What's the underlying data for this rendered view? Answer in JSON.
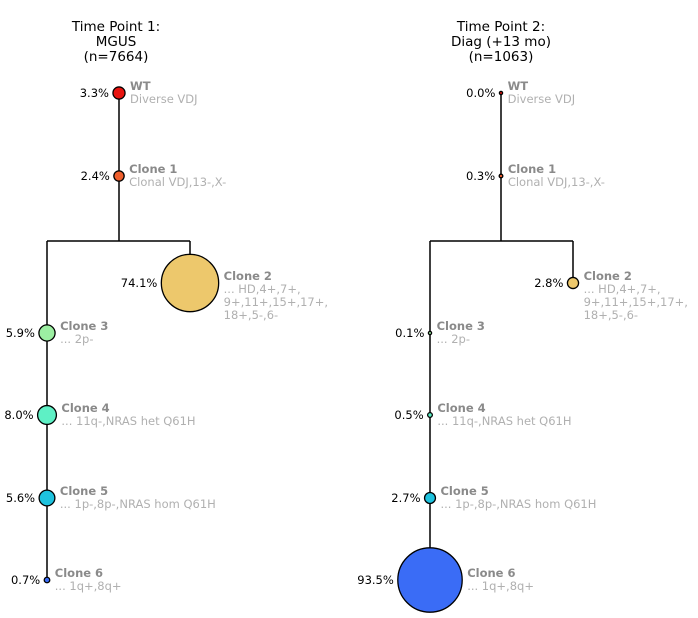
{
  "panels": [
    {
      "title": [
        "Time Point 1:",
        "MGUS",
        "(n=7664)"
      ],
      "clones": [
        {
          "name": "WT",
          "desc": [
            "Diverse VDJ"
          ],
          "pct_label": "3.3%",
          "pct": 3.3,
          "color": "#e8140f"
        },
        {
          "name": "Clone 1",
          "desc": [
            "Clonal VDJ,13-,X-"
          ],
          "pct_label": "2.4%",
          "pct": 2.4,
          "color": "#f0602e"
        },
        {
          "name": "Clone 2",
          "desc": [
            "... HD,4+,7+,",
            "9+,11+,15+,17+,",
            "18+,5-,6-"
          ],
          "pct_label": "74.1%",
          "pct": 74.1,
          "color": "#edc86c"
        },
        {
          "name": "Clone 3",
          "desc": [
            "... 2p-"
          ],
          "pct_label": "5.9%",
          "pct": 5.9,
          "color": "#9cefa2"
        },
        {
          "name": "Clone 4",
          "desc": [
            "... 11q-,NRAS het Q61H"
          ],
          "pct_label": "8.0%",
          "pct": 8.0,
          "color": "#5ef0c5"
        },
        {
          "name": "Clone 5",
          "desc": [
            "... 1p-,8p-,NRAS hom Q61H"
          ],
          "pct_label": "5.6%",
          "pct": 5.6,
          "color": "#1ec2de"
        },
        {
          "name": "Clone 6",
          "desc": [
            "... 1q+,8q+"
          ],
          "pct_label": "0.7%",
          "pct": 0.7,
          "color": "#3a6cf6"
        }
      ]
    },
    {
      "title": [
        "Time Point 2:",
        "Diag (+13 mo)",
        "(n=1063)"
      ],
      "clones": [
        {
          "name": "WT",
          "desc": [
            "Diverse VDJ"
          ],
          "pct_label": "0.0%",
          "pct": 0.0,
          "color": "#e8140f"
        },
        {
          "name": "Clone 1",
          "desc": [
            "Clonal VDJ,13-,X-"
          ],
          "pct_label": "0.3%",
          "pct": 0.3,
          "color": "#f0602e"
        },
        {
          "name": "Clone 2",
          "desc": [
            "... HD,4+,7+,",
            "9+,11+,15+,17+,",
            "18+,5-,6-"
          ],
          "pct_label": "2.8%",
          "pct": 2.8,
          "color": "#edc86c"
        },
        {
          "name": "Clone 3",
          "desc": [
            "... 2p-"
          ],
          "pct_label": "0.1%",
          "pct": 0.1,
          "color": "#9cefa2"
        },
        {
          "name": "Clone 4",
          "desc": [
            "... 11q-,NRAS het Q61H"
          ],
          "pct_label": "0.5%",
          "pct": 0.5,
          "color": "#5ef0c5"
        },
        {
          "name": "Clone 5",
          "desc": [
            "... 1p-,8p-,NRAS hom Q61H"
          ],
          "pct_label": "2.7%",
          "pct": 2.7,
          "color": "#1ec2de"
        },
        {
          "name": "Clone 6",
          "desc": [
            "... 1q+,8q+"
          ],
          "pct_label": "93.5%",
          "pct": 93.5,
          "color": "#3a6cf6"
        }
      ]
    }
  ]
}
